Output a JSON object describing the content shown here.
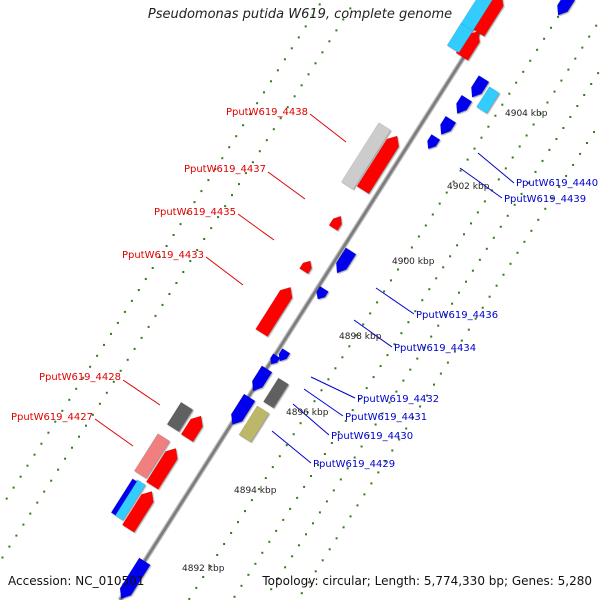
{
  "title": "Pseudomonas putida W619, complete genome",
  "footer": {
    "accession": "Accession: NC_010501",
    "topology": "Topology: circular; Length: 5,774,330 bp; Genes: 5,280"
  },
  "colors": {
    "backbone": "#8a8a8a",
    "tick": "#2e7d1a",
    "label_left": "#e00000",
    "label_right": "#0000cc",
    "cds_red": "#ff0000",
    "cds_blue": "#0000ee",
    "cds_cyan": "#33ccff",
    "cds_gray": "#606060",
    "cds_lightgray": "#cccccc",
    "cds_pink": "#f08080",
    "cds_khaki": "#bdb76b"
  },
  "scale_labels": [
    "4892 kbp",
    "4894 kbp",
    "4896 kbp",
    "4898 kbp",
    "4900 kbp",
    "4902 kbp",
    "4904 kbp"
  ],
  "gene_labels_left": [
    "PputW619_4438",
    "PputW619_4437",
    "PputW619_4435",
    "PputW619_4433",
    "PputW619_4428",
    "PputW619_4427"
  ],
  "gene_labels_right": [
    "PputW619_4440",
    "PputW619_4439",
    "PputW619_4436",
    "PputW619_4434",
    "PputW619_4432",
    "PputW619_4431",
    "PputW619_4430",
    "PputW619_4429"
  ]
}
